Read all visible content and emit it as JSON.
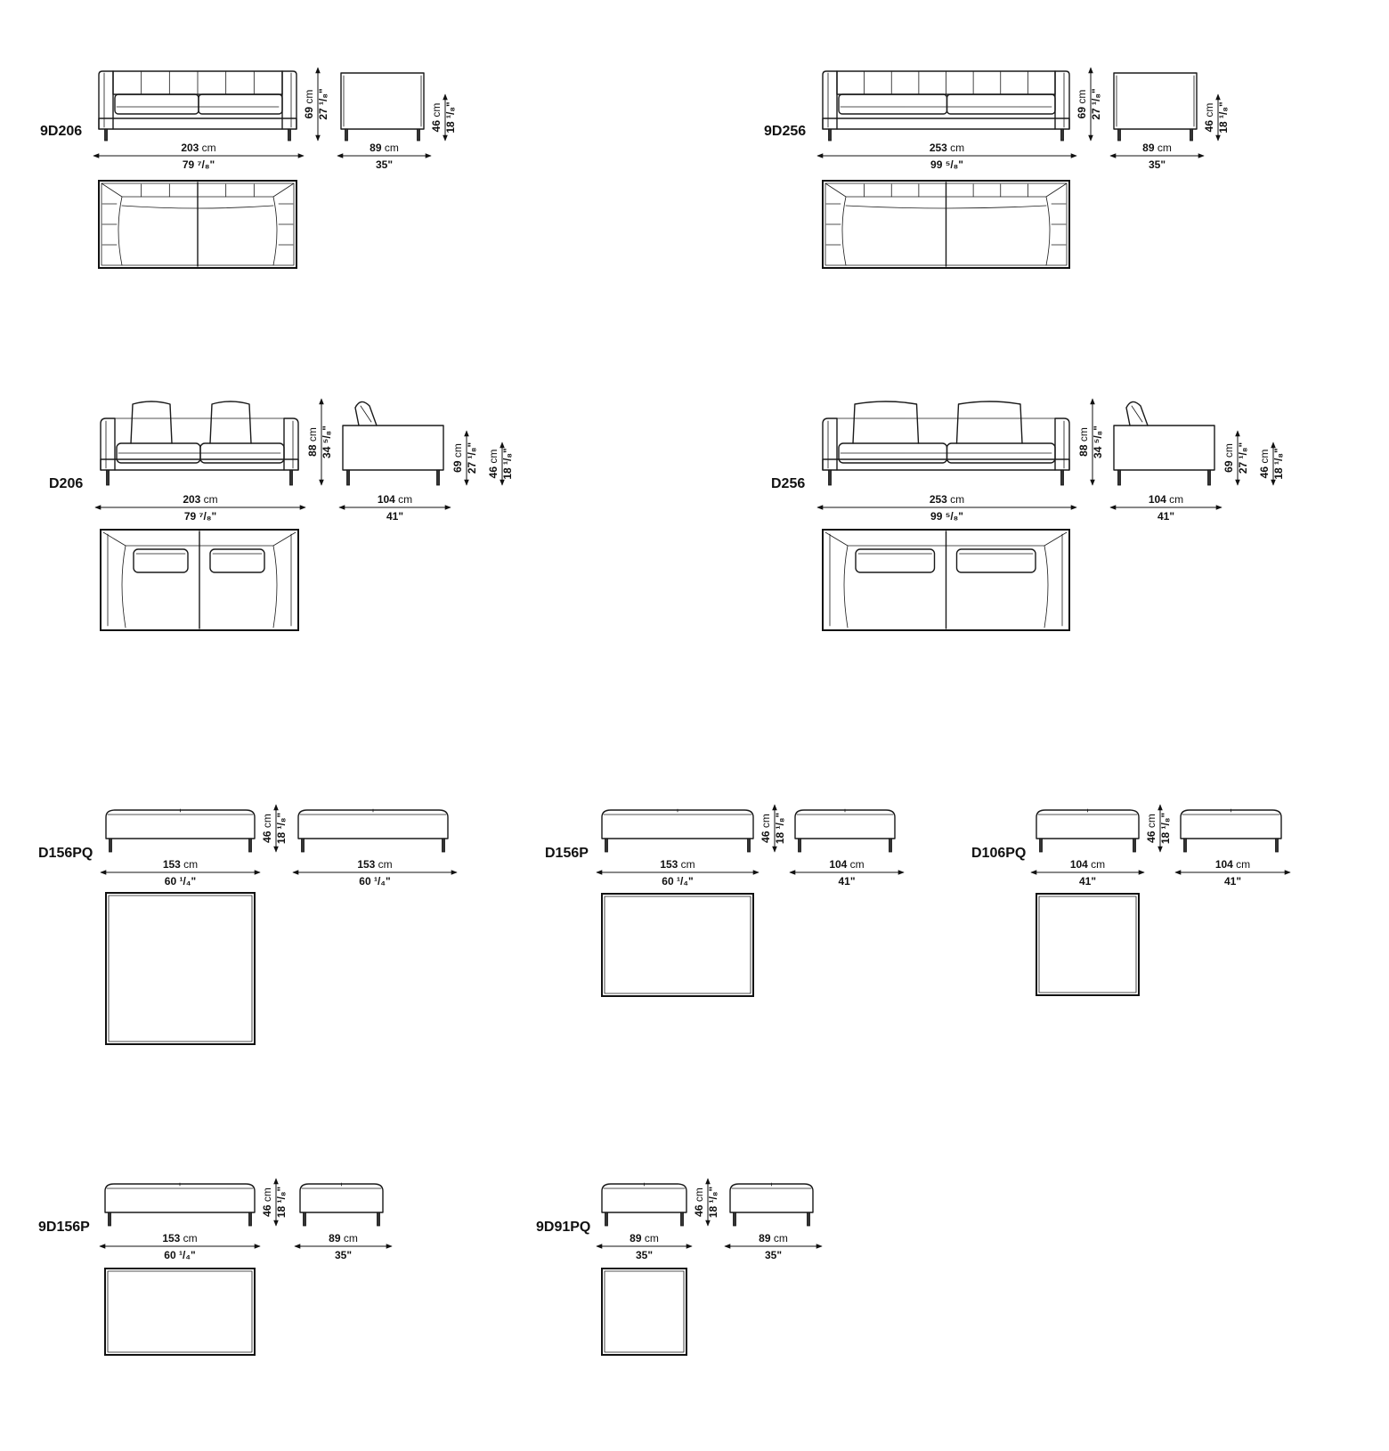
{
  "models": [
    {
      "code": "9D206",
      "width_cm": "203 cm",
      "width_in": "79 7/8\"",
      "height_cm": "69 cm",
      "height_in": "27 1/8\"",
      "depth_cm": "89 cm",
      "depth_in": "35\"",
      "seat_cm": "46 cm",
      "seat_in": "18 1/8\""
    },
    {
      "code": "9D256",
      "width_cm": "253 cm",
      "width_in": "99 5/8\"",
      "height_cm": "69 cm",
      "height_in": "27 1/8\"",
      "depth_cm": "89 cm",
      "depth_in": "35\"",
      "seat_cm": "46 cm",
      "seat_in": "18 1/8\""
    },
    {
      "code": "D206",
      "width_cm": "203 cm",
      "width_in": "79 7/8\"",
      "height_cm": "88 cm",
      "height_in": "34 5/8\"",
      "depth_cm": "104 cm",
      "depth_in": "41\"",
      "arm_cm": "69 cm",
      "arm_in": "27 1/8\"",
      "seat_cm": "46 cm",
      "seat_in": "18 1/8\""
    },
    {
      "code": "D256",
      "width_cm": "253 cm",
      "width_in": "99 5/8\"",
      "height_cm": "88 cm",
      "height_in": "34 5/8\"",
      "depth_cm": "104 cm",
      "depth_in": "41\"",
      "arm_cm": "69 cm",
      "arm_in": "27 1/8\"",
      "seat_cm": "46 cm",
      "seat_in": "18 1/8\""
    },
    {
      "code": "D156PQ",
      "width_cm": "153 cm",
      "width_in": "60 1/4\"",
      "depth_cm": "153 cm",
      "depth_in": "60 1/4\"",
      "seat_cm": "46 cm",
      "seat_in": "18 1/8\""
    },
    {
      "code": "D156P",
      "width_cm": "153 cm",
      "width_in": "60 1/4\"",
      "depth_cm": "104 cm",
      "depth_in": "41\"",
      "seat_cm": "46 cm",
      "seat_in": "18 1/8\""
    },
    {
      "code": "D106PQ",
      "width_cm": "104 cm",
      "width_in": "41\"",
      "depth_cm": "104 cm",
      "depth_in": "41\"",
      "seat_cm": "46 cm",
      "seat_in": "18 1/8\""
    },
    {
      "code": "9D156P",
      "width_cm": "153 cm",
      "width_in": "60 1/4\"",
      "depth_cm": "89 cm",
      "depth_in": "35\"",
      "seat_cm": "46 cm",
      "seat_in": "18 1/8\""
    },
    {
      "code": "9D91PQ",
      "width_cm": "89 cm",
      "width_in": "35\"",
      "depth_cm": "89 cm",
      "depth_in": "35\"",
      "seat_cm": "46 cm",
      "seat_in": "18 1/8\""
    }
  ]
}
